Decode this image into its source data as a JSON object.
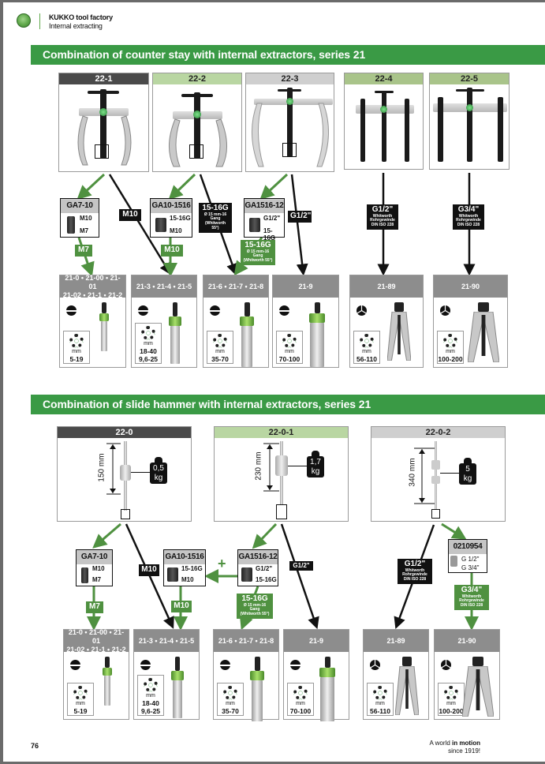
{
  "header": {
    "brand": "KUKKO tool factory",
    "subtitle": "Internal extracting",
    "logo_icon": "kukko-logo-icon"
  },
  "colors": {
    "brand_green": "#3a9a45",
    "arrow_green": "#4f9140",
    "dark_header": "#4a4a4a",
    "light_green_header": "#b9d6a2",
    "light_gray_header": "#cfcfcf",
    "product_header_gray": "#8d8d8d"
  },
  "section1": {
    "title": "Combination of counter stay with internal extractors, series 21",
    "tools": [
      {
        "code": "22-1"
      },
      {
        "code": "22-2"
      },
      {
        "code": "22-3"
      },
      {
        "code": "22-4"
      },
      {
        "code": "22-5"
      }
    ],
    "adapters": [
      {
        "code": "GA7-10",
        "top": "M10",
        "bottom": "M7"
      },
      {
        "code": "GA10-1516",
        "top": "15-16G",
        "bottom": "M10"
      },
      {
        "code": "GA1516-12",
        "top": "G1/2\"",
        "bottom": "15-16G"
      }
    ],
    "thread_labels": {
      "m7": "M7",
      "m10_black": "M10",
      "m10_green": "M10",
      "g15_16_black": {
        "title": "15-16G",
        "line1": "Ø 15 mm-16 Gang",
        "line2": "(Whitworth 55°)"
      },
      "g15_16_green": {
        "title": "15-16G",
        "line1": "Ø 15 mm-16 Gang",
        "line2": "(Whitworth 55°)"
      },
      "g12": "G1/2\"",
      "g12_whit": {
        "title": "G1/2\"",
        "line1": "Whitworth",
        "line2": "Rohrgewinde",
        "line3": "DIN ISO 228"
      },
      "g34_whit": {
        "title": "G3/4\"",
        "line1": "Whitworth",
        "line2": "Rohrgewinde",
        "line3": "DIN ISO 228"
      }
    },
    "products": [
      {
        "line1": "21-0 • 21-00 • 21-01",
        "line2": "21-02 • 21-1 • 21-2",
        "unit": "mm",
        "range1": "5-19",
        "range2": "",
        "grip": "slot-icon"
      },
      {
        "line1": "21-3 • 21-4 • 21-5",
        "line2": "",
        "unit": "mm",
        "range1": "18-40",
        "range2": "9,6-25",
        "grip": "slot-icon"
      },
      {
        "line1": "21-6 • 21-7 • 21-8",
        "line2": "",
        "unit": "mm",
        "range1": "35-70",
        "range2": "",
        "grip": "slot-icon"
      },
      {
        "line1": "21-9",
        "line2": "",
        "unit": "mm",
        "range1": "70-100",
        "range2": "",
        "grip": "slot-icon"
      },
      {
        "line1": "21-89",
        "line2": "",
        "unit": "mm",
        "range1": "56-110",
        "range2": "",
        "grip": "three-jaw-icon"
      },
      {
        "line1": "21-90",
        "line2": "",
        "unit": "mm",
        "range1": "100-200",
        "range2": "",
        "grip": "three-jaw-icon"
      }
    ]
  },
  "section2": {
    "title": "Combination of slide hammer with internal extractors, series 21",
    "hammers": [
      {
        "code": "22-0",
        "length": "150 mm",
        "weight_value": "0,5",
        "weight_unit": "kg"
      },
      {
        "code": "22-0-1",
        "length": "230 mm",
        "weight_value": "1,7",
        "weight_unit": "kg"
      },
      {
        "code": "22-0-2",
        "length": "340 mm",
        "weight_value": "5",
        "weight_unit": "kg"
      }
    ],
    "adapters": [
      {
        "code": "GA7-10",
        "top": "M10",
        "bottom": "M7"
      },
      {
        "code": "GA10-1516",
        "top": "15-16G",
        "bottom": "M10"
      },
      {
        "code": "GA1516-12",
        "top": "G1/2\"",
        "bottom": "15-16G"
      },
      {
        "code": "0210954",
        "top": "G 1/2\"",
        "bottom": "G 3/4\""
      }
    ],
    "plus": "+",
    "thread_labels": {
      "m7": "M7",
      "m10_black": "M10",
      "m10_green": "M10",
      "g15_16_green": {
        "title": "15-16G",
        "line1": "Ø 15 mm-16 Gang",
        "line2": "(Whitworth 55°)"
      },
      "g12": "G1/2\"",
      "g12_whit": {
        "title": "G1/2\"",
        "line1": "Whitworth",
        "line2": "Rohrgewinde",
        "line3": "DIN ISO 228"
      },
      "g34_whit": {
        "title": "G3/4\"",
        "line1": "Whitworth",
        "line2": "Rohrgewinde",
        "line3": "DIN ISO 228"
      }
    },
    "products": [
      {
        "line1": "21-0 • 21-00 • 21-01",
        "line2": "21-02 • 21-1 • 21-2",
        "unit": "mm",
        "range1": "5-19",
        "range2": "",
        "grip": "slot-icon"
      },
      {
        "line1": "21-3 • 21-4 • 21-5",
        "line2": "",
        "unit": "mm",
        "range1": "18-40",
        "range2": "9,6-25",
        "grip": "slot-icon"
      },
      {
        "line1": "21-6 • 21-7 • 21-8",
        "line2": "",
        "unit": "mm",
        "range1": "35-70",
        "range2": "",
        "grip": "slot-icon"
      },
      {
        "line1": "21-9",
        "line2": "",
        "unit": "mm",
        "range1": "70-100",
        "range2": "",
        "grip": "slot-icon"
      },
      {
        "line1": "21-89",
        "line2": "",
        "unit": "mm",
        "range1": "56-110",
        "range2": "",
        "grip": "three-jaw-icon"
      },
      {
        "line1": "21-90",
        "line2": "",
        "unit": "mm",
        "range1": "100-200",
        "range2": "",
        "grip": "three-jaw-icon"
      }
    ]
  },
  "footer": {
    "page_number": "76",
    "tagline_prefix": "A world ",
    "tagline_bold": "in motion",
    "tagline_line2": "since 1919!"
  }
}
